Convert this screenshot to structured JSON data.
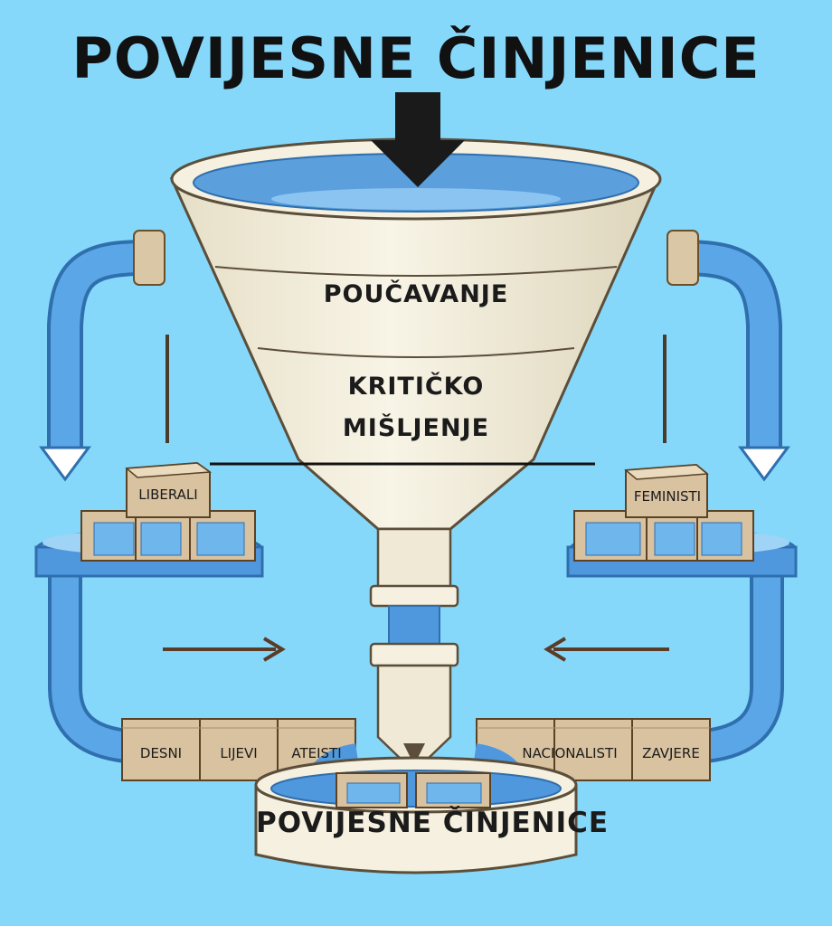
{
  "title": "POVIJESNE ČINJENICE",
  "funnel": {
    "stage1": "POUČAVANJE",
    "stage2_line1": "KRITIČKO",
    "stage2_line2": "MIŠLJENJE"
  },
  "groups": {
    "top_left": "LIBERALI",
    "top_right": "FEMINISTI",
    "bottom_left": [
      "DESNI",
      "LIJEVI",
      "ATEISTI"
    ],
    "bottom_right": [
      "NACIONALISTI",
      "ZAVJERE"
    ]
  },
  "output": "POVIJESNE ČINJENICE",
  "colors": {
    "background": "#86d8fb",
    "pipe": "#4f98de",
    "funnel": "#f1ecda",
    "water": "#5b9fdc",
    "box": "#d8c2a0",
    "arrow": "#1a1a1a"
  }
}
